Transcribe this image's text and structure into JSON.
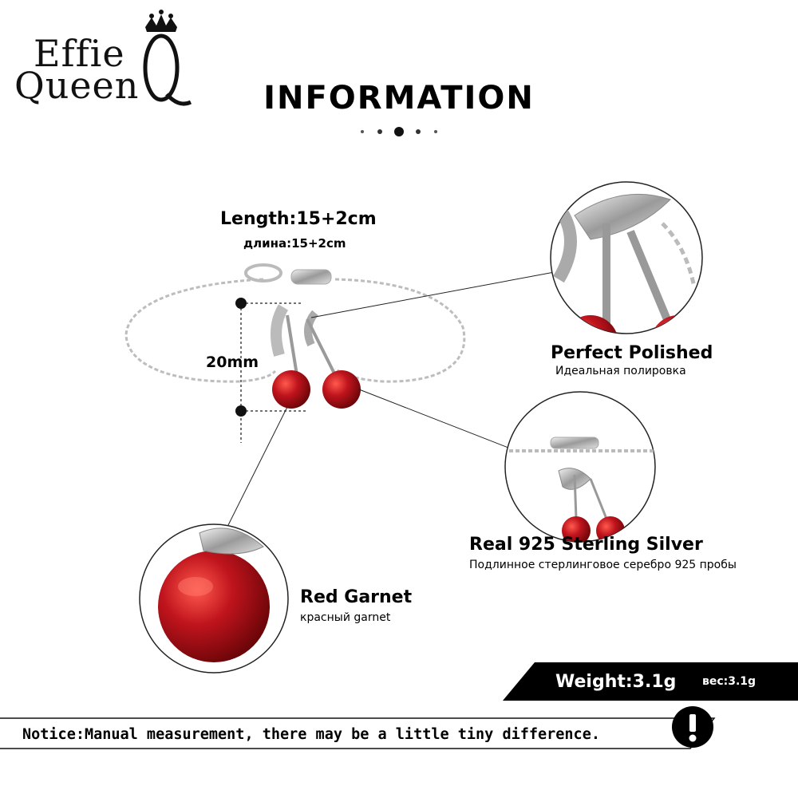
{
  "brand": {
    "line1": "Effie",
    "line2": "Queen",
    "monogram": "Q"
  },
  "header": {
    "title": "INFORMATION"
  },
  "dimensions": {
    "length_label": "Length:15+2cm",
    "length_label_ru": "длина:15+2cm",
    "height_label": "20mm"
  },
  "features": [
    {
      "title": "Perfect  Polished",
      "subtitle": "Идеальная полировка"
    },
    {
      "title": "Real 925  Sterling  Silver",
      "subtitle": "Подлинное стерлинговое серебро 925 пробы"
    },
    {
      "title": "Red Garnet",
      "subtitle": "красный garnet"
    }
  ],
  "weight": {
    "label": "Weight:3.1g",
    "label_ru": "вес:3.1g"
  },
  "notice": {
    "text": "Notice:Manual measurement, there may be a little tiny difference.",
    "icon": "exclamation-icon"
  },
  "colors": {
    "garnet": "#b3121a",
    "silver": "#c9c9c9",
    "band": "#000000"
  }
}
